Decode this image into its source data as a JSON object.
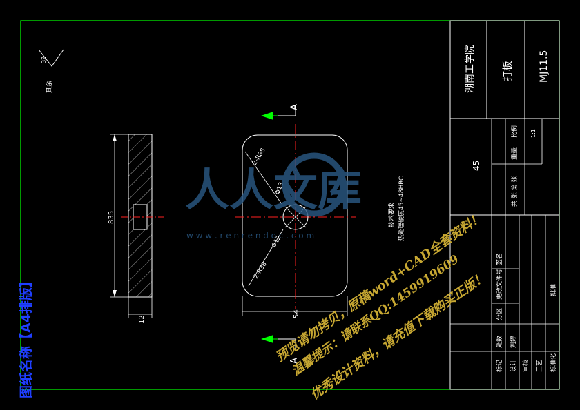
{
  "colors": {
    "background": "#000000",
    "frame": "#00ff00",
    "part_outline": "#ffffff",
    "center_line": "#ff2020",
    "section_arrow": "#00ff00",
    "title_text": "#ffffff",
    "side_label": "#1f3fff",
    "watermark_logo": "#2b5a86",
    "watermark_text": "#c8a832"
  },
  "side_label": "图纸名称【A4排版】",
  "surface_symbol": {
    "value": "32",
    "note": "其余"
  },
  "section_mark": "A",
  "side_view": {
    "height_dim": "835",
    "width_dim": "12"
  },
  "front_view": {
    "corner_dim_top": "2-R88",
    "corner_dim_bottom": "2-R38",
    "hole_dim_top": "Φ13",
    "hole_dim_bottom": "Φ12",
    "width_dim": "54"
  },
  "tech_requirements": {
    "title": "技术要求",
    "line1": "热处理硬度45~48HRC"
  },
  "title_block": {
    "school": "湖南工学院",
    "part_name": "打板",
    "drawing_no": "MJ11.5",
    "material": "45",
    "label_weight": "重量",
    "label_scale": "比例",
    "scale_value": "1:1",
    "label_sheet": "共 张 第 张",
    "row_labels": [
      "标记",
      "处数",
      "分区",
      "更改文件号",
      "签名"
    ],
    "person_labels": [
      "设计",
      "审核",
      "工艺",
      "标准化",
      "批准"
    ],
    "designer": "刘婷"
  },
  "watermark": {
    "logo_text": "人人文库",
    "url": "w w w . r e n r e n d o c . c o m",
    "line1": "预览请勿拷贝，原稿word+CAD全套资料！",
    "line2": "温馨提示：请联系QQ:1459919609",
    "line3": "优秀设计资料，请充值下载购买正版！"
  }
}
